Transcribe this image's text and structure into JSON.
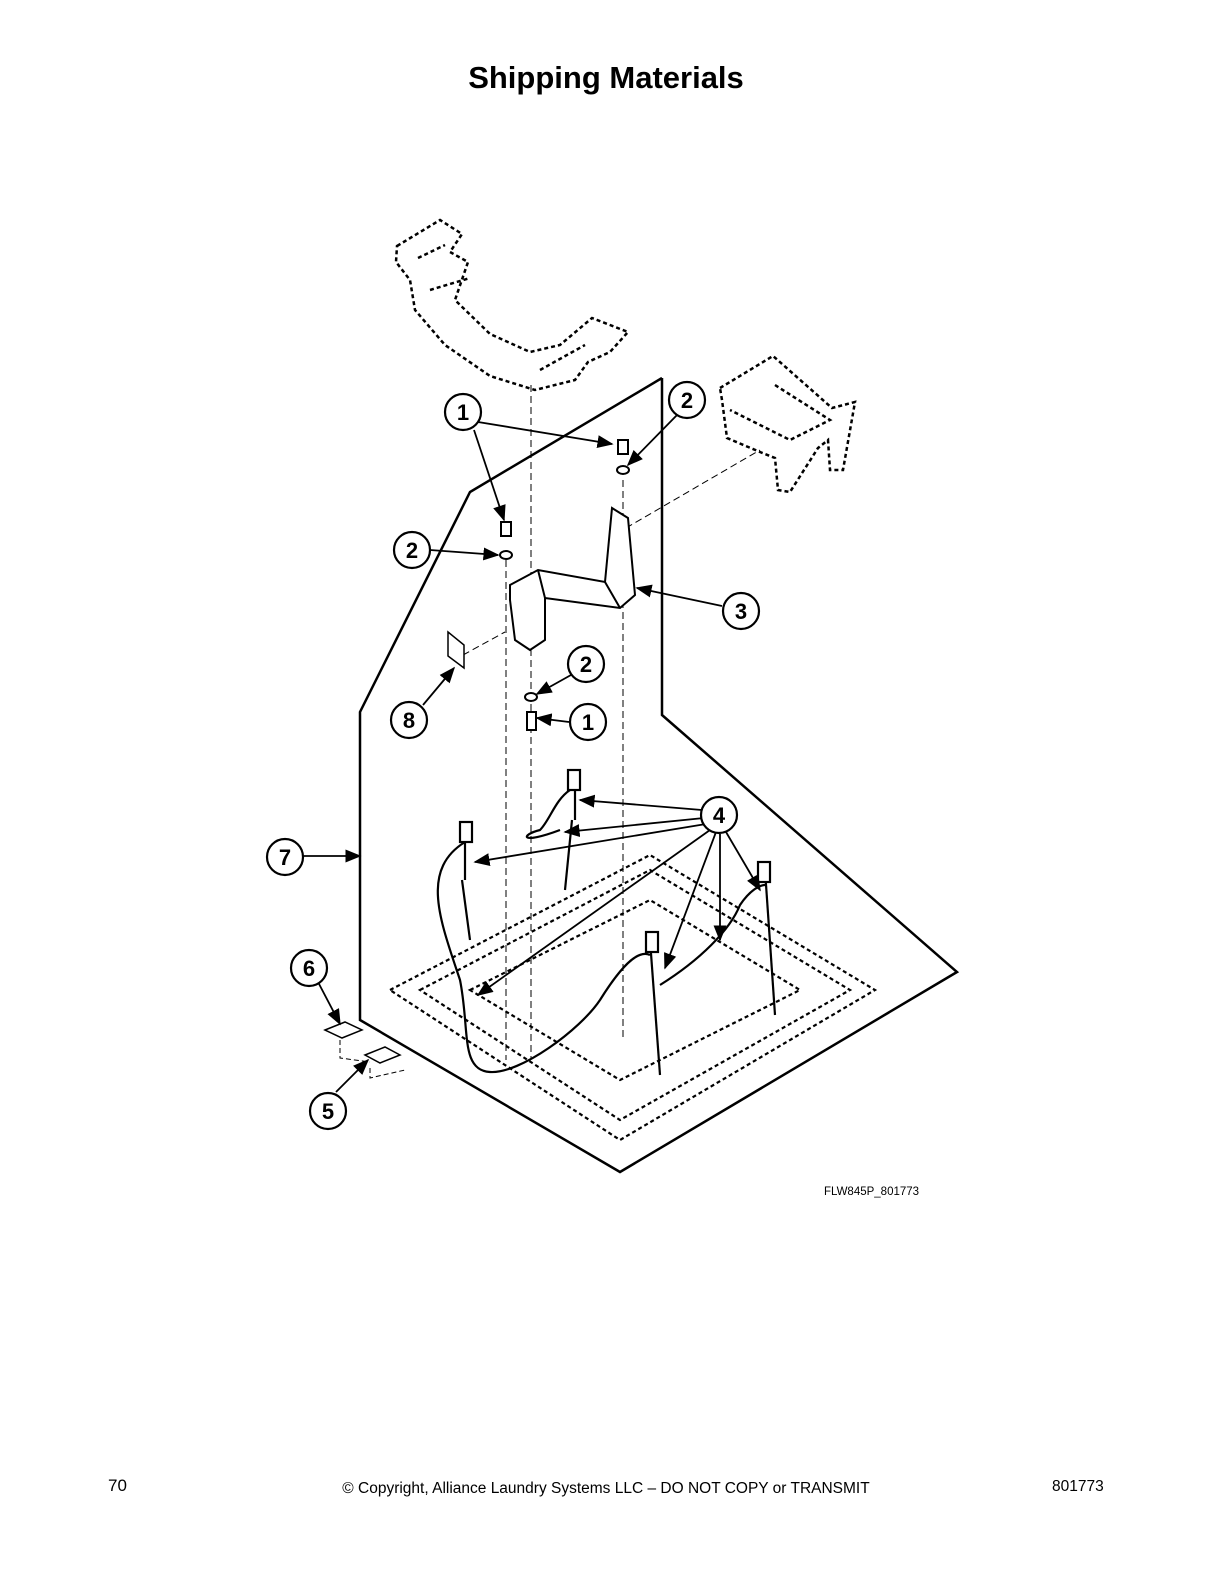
{
  "page": {
    "title": "Shipping Materials",
    "figure_id": "FLW845P_801773",
    "page_number": "70",
    "copyright": "© Copyright, Alliance Laundry Systems LLC – DO NOT COPY or TRANSMIT",
    "document_number": "801773"
  },
  "callouts": [
    "1",
    "2",
    "2",
    "3",
    "8",
    "2",
    "1",
    "4",
    "7",
    "6",
    "5"
  ]
}
